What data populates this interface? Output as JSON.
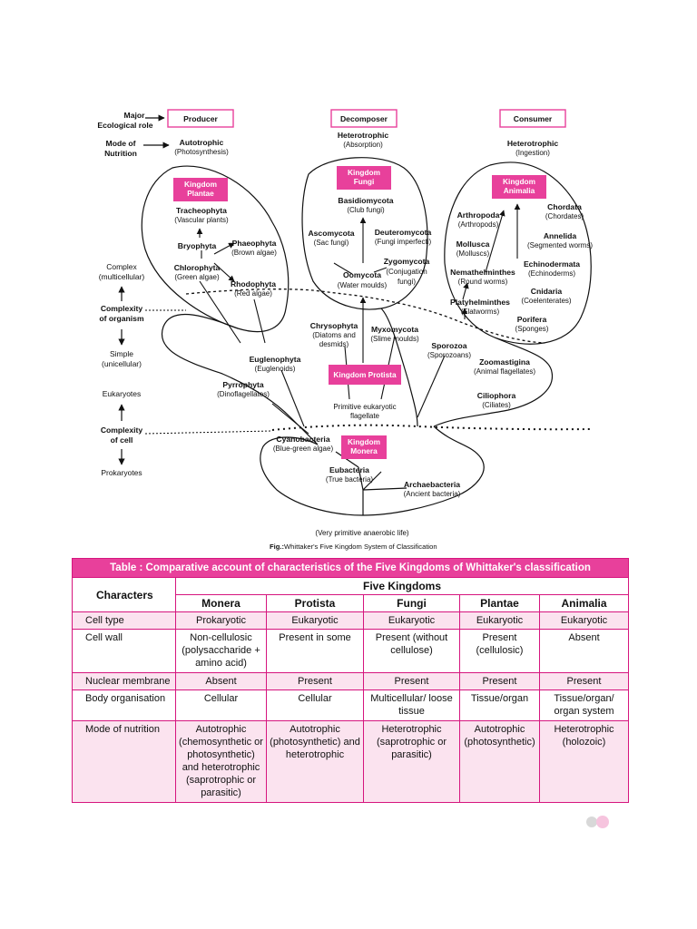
{
  "colors": {
    "accent": "#e8409b",
    "row_pink": "#fbe3ef",
    "border": "#d6157e"
  },
  "diagram": {
    "roles": {
      "major_label": "Major",
      "major_label2": "Ecological role",
      "mode_label": "Mode of",
      "mode_label2": "Nutrition",
      "producer": "Producer",
      "decomposer": "Decomposer",
      "consumer": "Consumer",
      "autotrophic": "Autotrophic",
      "photosynthesis": "(Photosynthesis)",
      "hetero_abs": "Heterotrophic",
      "absorption": "(Absorption)",
      "hetero_ing": "Heterotrophic",
      "ingestion": "(Ingestion)"
    },
    "side": {
      "complex": "Complex",
      "multicellular": "(multicellular)",
      "complexity_org_1": "Complexity",
      "complexity_org_2": "of organism",
      "simple": "Simple",
      "unicellular": "(unicellular)",
      "eukaryotes": "Eukaryotes",
      "complexity_cell_1": "Complexity",
      "complexity_cell_2": "of cell",
      "prokaryotes": "Prokaryotes"
    },
    "kingdoms": {
      "plantae_1": "Kingdom",
      "plantae_2": "Plantae",
      "fungi_1": "Kingdom",
      "fungi_2": "Fungi",
      "animalia_1": "Kingdom",
      "animalia_2": "Animalia",
      "protista": "Kingdom Protista",
      "monera_1": "Kingdom",
      "monera_2": "Monera"
    },
    "plantae": [
      {
        "name": "Tracheophyta",
        "sub": "(Vascular plants)"
      },
      {
        "name": "Bryophyta",
        "sub": ""
      },
      {
        "name": "Phaeophyta",
        "sub": "(Brown algae)"
      },
      {
        "name": "Chlorophyta",
        "sub": "(Green algae)"
      },
      {
        "name": "Rhodophyta",
        "sub": "(Red algae)"
      }
    ],
    "fungi": [
      {
        "name": "Basidiomycota",
        "sub": "(Club fungi)"
      },
      {
        "name": "Ascomycota",
        "sub": "(Sac fungi)"
      },
      {
        "name": "Deuteromycota",
        "sub": "(Fungi imperfecti)"
      },
      {
        "name": "Zygomycota",
        "sub": "(Conjugation",
        "sub2": "fungi)"
      },
      {
        "name": "Oomycota",
        "sub": "(Water moulds)"
      }
    ],
    "animalia": [
      {
        "name": "Arthropoda",
        "sub": "(Arthropods)"
      },
      {
        "name": "Chordata",
        "sub": "(Chordates)"
      },
      {
        "name": "Annelida",
        "sub": "(Segmented worms)"
      },
      {
        "name": "Mollusca",
        "sub": "(Molluscs)"
      },
      {
        "name": "Echinodermata",
        "sub": "(Echinoderms)"
      },
      {
        "name": "Nemathelminthes",
        "sub": "(Round worms)"
      },
      {
        "name": "Cnidaria",
        "sub": "(Coelenterates)"
      },
      {
        "name": "Platyhelminthes",
        "sub": "(Flatworms)"
      },
      {
        "name": "Porifera",
        "sub": "(Sponges)"
      }
    ],
    "protista": [
      {
        "name": "Chrysophyta",
        "sub": "(Diatoms and",
        "sub2": "desmids)"
      },
      {
        "name": "Myxomycota",
        "sub": "(Slime moulds)"
      },
      {
        "name": "Sporozoa",
        "sub": "(Sporozoans)"
      },
      {
        "name": "Euglenophyta",
        "sub": "(Euglenoids)"
      },
      {
        "name": "Zoomastigina",
        "sub": "(Animal flagellates)"
      },
      {
        "name": "Pyrrophyta",
        "sub": "(Dinoflagellates)"
      },
      {
        "name": "Ciliophora",
        "sub": "(Ciliates)"
      }
    ],
    "protist_ancestor_1": "Primitive eukaryotic",
    "protist_ancestor_2": "flagellate",
    "monera": [
      {
        "name": "Cyanobacteria",
        "sub": "(Blue-green algae)"
      },
      {
        "name": "Eubacteria",
        "sub": "(True bacteria)"
      },
      {
        "name": "Archaebacteria",
        "sub": "(Ancient bacteria)"
      }
    ],
    "origin": "(Very primitive anaerobic life)",
    "caption_bold": "Fig.:",
    "caption": "Whittaker's Five Kingdom System of Classification"
  },
  "table": {
    "title": "Table : Comparative account of characteristics of the Five Kingdoms of Whittaker's classification",
    "characters": "Characters",
    "five_kingdoms": "Five Kingdoms",
    "kingdoms": [
      "Monera",
      "Protista",
      "Fungi",
      "Plantae",
      "Animalia"
    ],
    "rows": [
      {
        "label": "Cell type",
        "values": [
          "Prokaryotic",
          "Eukaryotic",
          "Eukaryotic",
          "Eukaryotic",
          "Eukaryotic"
        ]
      },
      {
        "label": "Cell wall",
        "values": [
          "Non-cellulosic (polysaccharide + amino acid)",
          "Present in some",
          "Present (without cellulose)",
          "Present (cellulosic)",
          "Absent"
        ]
      },
      {
        "label": "Nuclear membrane",
        "values": [
          "Absent",
          "Present",
          "Present",
          "Present",
          "Present"
        ]
      },
      {
        "label": "Body organisation",
        "values": [
          "Cellular",
          "Cellular",
          "Multicellular/ loose tissue",
          "Tissue/organ",
          "Tissue/organ/ organ system"
        ]
      },
      {
        "label": "Mode of nutrition",
        "values": [
          "Autotrophic (chemosynthetic or photosynthetic) and heterotrophic (saprotrophic or parasitic)",
          "Autotrophic (photosynthetic) and heterotrophic",
          "Heterotrophic (saprotrophic or parasitic)",
          "Autotrophic (photosynthetic)",
          "Heterotrophic (holozoic)"
        ]
      }
    ]
  }
}
